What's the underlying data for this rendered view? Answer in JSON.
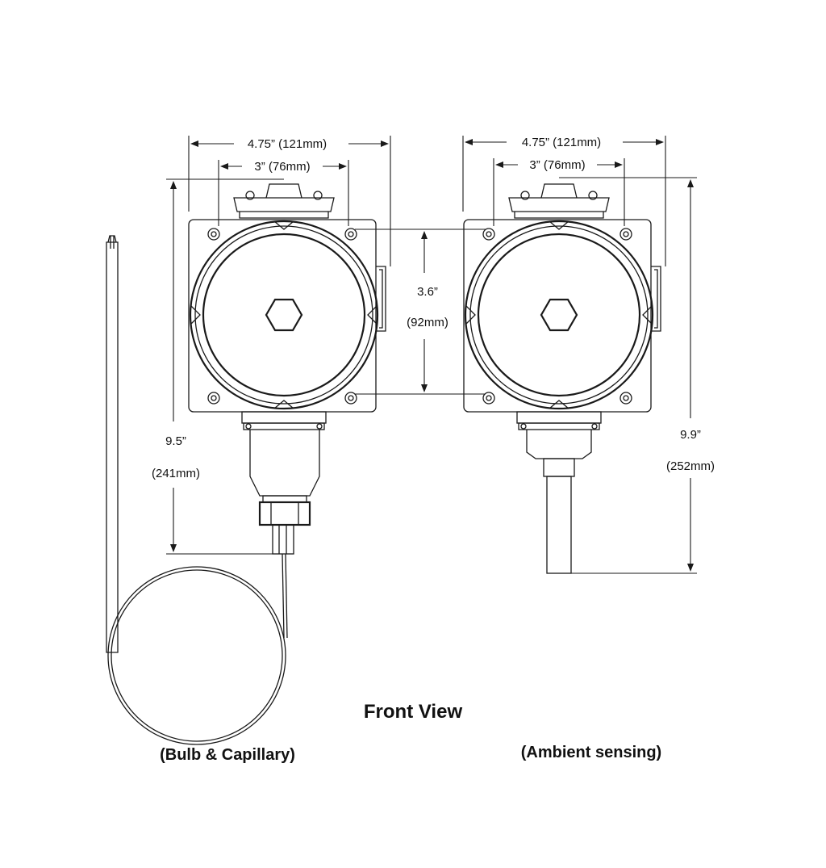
{
  "title": "Front View",
  "left_unit": {
    "caption": "(Bulb & Capillary)",
    "width_overall": "4.75” (121mm)",
    "width_mounting": "3” (76mm)",
    "height_mounting_in": "3.6”",
    "height_mounting_mm": "(92mm)",
    "height_overall_in": "9.5”",
    "height_overall_mm": "(241mm)"
  },
  "right_unit": {
    "caption": "(Ambient sensing)",
    "width_overall": "4.75” (121mm)",
    "width_mounting": "3” (76mm)",
    "height_overall_in": "9.9”",
    "height_overall_mm": "(252mm)"
  }
}
